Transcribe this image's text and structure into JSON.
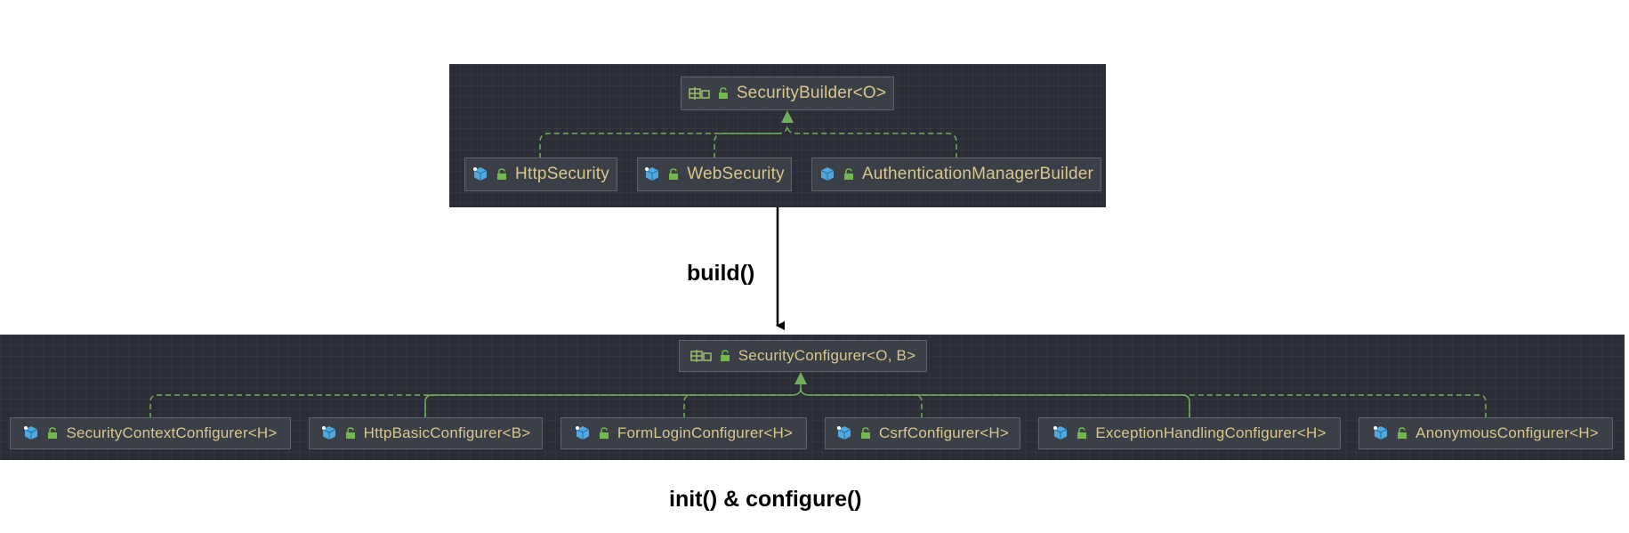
{
  "builders": {
    "parent": {
      "label": "SecurityBuilder<O>",
      "icon": "interface-icon"
    },
    "children": [
      {
        "key": "http",
        "label": "HttpSecurity",
        "icon": "final-class-icon"
      },
      {
        "key": "web",
        "label": "WebSecurity",
        "icon": "final-class-icon"
      },
      {
        "key": "auth",
        "label": "AuthenticationManagerBuilder",
        "icon": "class-icon"
      }
    ]
  },
  "build_label": "build()",
  "configurers": {
    "parent": {
      "label": "SecurityConfigurer<O, B>",
      "icon": "interface-icon"
    },
    "children": [
      {
        "key": "ctx",
        "label": "SecurityContextConfigurer<H>",
        "icon": "final-class-icon"
      },
      {
        "key": "basic",
        "label": "HttpBasicConfigurer<B>",
        "icon": "final-class-icon"
      },
      {
        "key": "form",
        "label": "FormLoginConfigurer<H>",
        "icon": "final-class-icon"
      },
      {
        "key": "csrf",
        "label": "CsrfConfigurer<H>",
        "icon": "final-class-icon"
      },
      {
        "key": "exc",
        "label": "ExceptionHandlingConfigurer<H>",
        "icon": "final-class-icon"
      },
      {
        "key": "anon",
        "label": "AnonymousConfigurer<H>",
        "icon": "final-class-icon"
      }
    ]
  },
  "configure_label": "init() & configure()",
  "colors": {
    "panel": "#2b2e36",
    "node": "#3b3f48",
    "node_text": "#d9c68a",
    "inheritance": "#6fae5b",
    "class_icon": "#4fa8e0",
    "lock_icon": "#72b84f"
  }
}
